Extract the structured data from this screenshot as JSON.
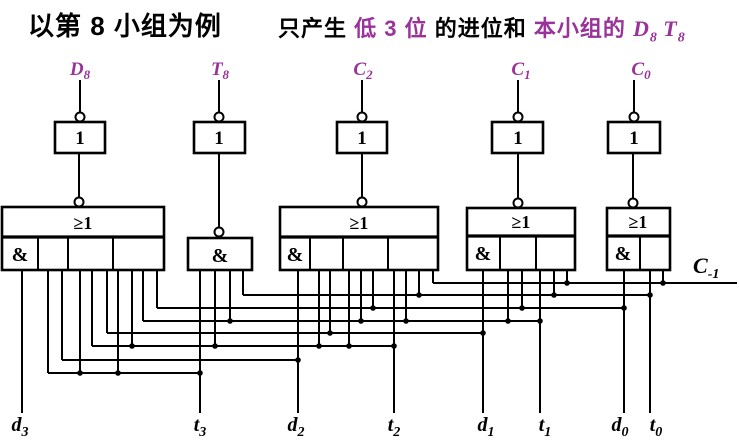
{
  "colors": {
    "accent": "#993399",
    "line": "#000000"
  },
  "title_left": "以第 8 小组为例",
  "title_right": {
    "seg1": "只产生 ",
    "hl1": "低 3 位",
    "seg2": " 的进位和 ",
    "hl2": "本小组的 ",
    "f1_main": "D",
    "f1_sub": "8",
    "f2_main": "T",
    "f2_sub": "8"
  },
  "gate_labels": {
    "inverter": "1",
    "or": "≥1",
    "and": "&"
  },
  "outputs": [
    {
      "m": "D",
      "s": "8"
    },
    {
      "m": "T",
      "s": "8"
    },
    {
      "m": "C",
      "s": "2"
    },
    {
      "m": "C",
      "s": "1"
    },
    {
      "m": "C",
      "s": "0"
    }
  ],
  "carry_in": {
    "m": "C",
    "s": "-1"
  },
  "inputs": [
    {
      "m": "d",
      "s": "3"
    },
    {
      "m": "t",
      "s": "3"
    },
    {
      "m": "d",
      "s": "2"
    },
    {
      "m": "t",
      "s": "2"
    },
    {
      "m": "d",
      "s": "1"
    },
    {
      "m": "t",
      "s": "1"
    },
    {
      "m": "d",
      "s": "0"
    },
    {
      "m": "t",
      "s": "0"
    }
  ]
}
